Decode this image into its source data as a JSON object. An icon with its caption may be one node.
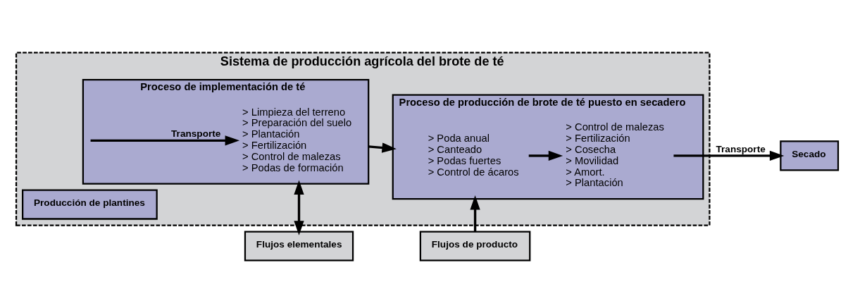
{
  "diagram": {
    "nodes": [
      {
        "text": [
          "Sistema de producción agrícola del brote de té"
        ]
      },
      {
        "text": [
          "Producción de plantines"
        ],
        "in": 0
      },
      {
        "text": [
          "Proceso de implementación de té"
        ],
        "in": 0
      },
      {
        "text": [
          "> Limpieza del terreno",
          "> Preparación del suelo",
          "> Plantación",
          "> Fertilización",
          "> Control de malezas",
          "> Podas de formación"
        ],
        "in": 2
      },
      {
        "text": [
          "Proceso de producción de brote de té puesto en secadero"
        ],
        "in": 0
      },
      {
        "text": [
          "> Poda anual",
          "> Canteado",
          "> Podas fuertes",
          "> Control de ácaros"
        ],
        "in": 4
      },
      {
        "text": [
          "> Control de malezas",
          "> Fertilización",
          "> Cosecha",
          "> Movilidad",
          "> Amort.",
          "> Plantación"
        ],
        "in": 4
      },
      {
        "text": [
          "Secado"
        ]
      },
      {
        "text": [
          "Flujos elementales"
        ]
      },
      {
        "text": [
          "Flujos de producto"
        ]
      }
    ],
    "edges": [
      {
        "from": null,
        "to": 3,
        "arrow": "to",
        "label": "Transporte"
      },
      {
        "from": 2,
        "to": 4,
        "arrow": "to"
      },
      {
        "from": 5,
        "to": 6,
        "arrow": "to"
      },
      {
        "from": 6,
        "to": 7,
        "arrow": "to",
        "label": "Transporte"
      },
      {
        "from": 2,
        "to": 8,
        "arrow": "both"
      },
      {
        "from": 9,
        "to": 4,
        "arrow": "to"
      }
    ]
  }
}
